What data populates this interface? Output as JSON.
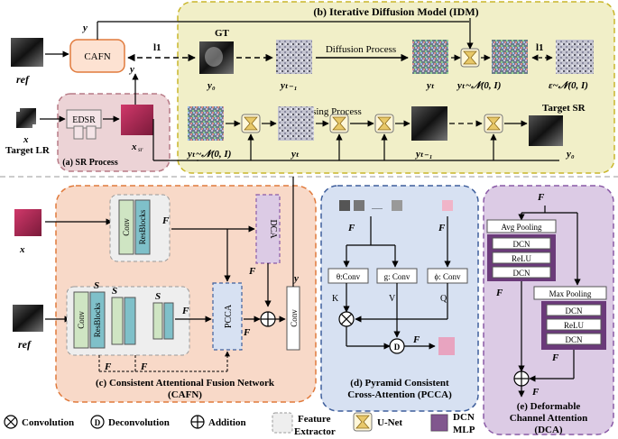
{
  "idm": {
    "title": "(b) Iterative Diffusion Model (IDM)",
    "gt": "GT",
    "y0": "y₀",
    "yt1": "yₜ₋₁",
    "yt": "yₜ",
    "yT_eq": "yₜ~𝒩(0, I)",
    "eps_eq": "ε~𝒩(0, I)",
    "diffusion": "Diffusion Process",
    "denoising": "Denoising Process",
    "l1_left": "l1",
    "l1_right": "l1",
    "target_sr": "Target SR",
    "row2_yT": "yₜ~𝒩(0, I)",
    "row2_yt": "yₜ",
    "row2_yt1": "yₜ₋₁",
    "row2_y0": "y₀"
  },
  "sr": {
    "title": "(a) SR Process",
    "edsr": "EDSR",
    "x": "x",
    "target_lr": "Target LR",
    "xsr": "x",
    "xsr_sub": "sr"
  },
  "top": {
    "ref": "ref",
    "cafn": "CAFN",
    "ytc_top": "y",
    "ytc_side": "y"
  },
  "cafn": {
    "title1": "(c) Consistent Attentional Fusion Network",
    "title2": "(CAFN)",
    "xsr": "x",
    "ref": "ref",
    "conv": "Conv",
    "resblocks": "ResBlocks",
    "fsr": "F",
    "dca": "DCA",
    "pcca": "PCCA",
    "s1": "S",
    "s2": "S",
    "s3": "S",
    "fsrd": "F",
    "fref_t": "F",
    "fref_p": "F",
    "fref1": "F",
    "fref2": "F",
    "ytc": "y"
  },
  "pcca": {
    "title1": "(d) Pyramid Consistent",
    "title2": "Cross-Attention (PCCA)",
    "theta": "θ:Conv",
    "g": "g: Conv",
    "phi": "ϕ: Conv",
    "k": "K",
    "v": "V",
    "q": "Q",
    "fref_t": "F",
    "fsr": "F",
    "fref_p": "F",
    "dots": "......"
  },
  "dca": {
    "title1": "(e) Deformable",
    "title2": "Channel Attention",
    "title3": "(DCA)",
    "fsr": "F",
    "avg": "Avg Pooling",
    "max": "Max Pooling",
    "dcn": "DCN",
    "relu": "ReLU",
    "favg": "F",
    "fmax": "F",
    "fd": "F"
  },
  "legend": {
    "conv": "Convolution",
    "deconv": "Deconvolution",
    "add": "Addition",
    "fe1": "Feature",
    "fe2": "Extractor",
    "unet": "U-Net",
    "dcn": "DCN",
    "mlp": "MLP"
  },
  "colors": {
    "idm_bg": "#f1efc8",
    "idm_border": "#c9b62a",
    "sr_bg": "#ecd3d6",
    "sr_border": "#b77a86",
    "cafn_bg": "#f8d9c8",
    "cafn_border": "#e07a3c",
    "pcca_bg": "#d7e1f2",
    "pcca_border": "#3f5f9c",
    "dca_bg": "#dccbe5",
    "dca_border": "#8a5aa6",
    "conv_green": "#cfe5c3",
    "resblock_teal": "#7fc0c9",
    "dcn_purple": "#6b3a7a",
    "unet_gold": "#e8c869"
  }
}
